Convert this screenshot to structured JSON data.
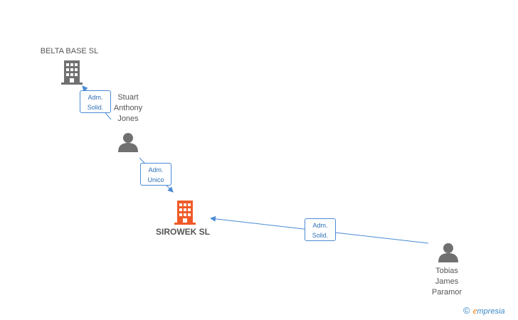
{
  "nodes": {
    "belta": {
      "label": "BELTA BASE SL",
      "type": "company",
      "color": "#707070"
    },
    "stuart": {
      "label_lines": [
        "Stuart",
        "Anthony",
        "Jones"
      ],
      "type": "person",
      "color": "#707070"
    },
    "sirowek": {
      "label": "SIROWEK SL",
      "type": "company",
      "color": "#f05a28"
    },
    "tobias": {
      "label_lines": [
        "Tobias",
        "James",
        "Paramor"
      ],
      "type": "person",
      "color": "#707070"
    }
  },
  "edges": [
    {
      "from": "stuart",
      "to": "belta",
      "role_lines": [
        "Adm.",
        "Solid."
      ]
    },
    {
      "from": "stuart",
      "to": "sirowek",
      "role_lines": [
        "Adm.",
        "Unico"
      ]
    },
    {
      "from": "tobias",
      "to": "sirowek",
      "role_lines": [
        "Adm.",
        "Solid."
      ]
    }
  ],
  "colors": {
    "edge": "#4a8ad4",
    "node_text": "#555555"
  },
  "brand": {
    "symbol": "©",
    "first_letter": "e",
    "rest": "mpresia"
  }
}
